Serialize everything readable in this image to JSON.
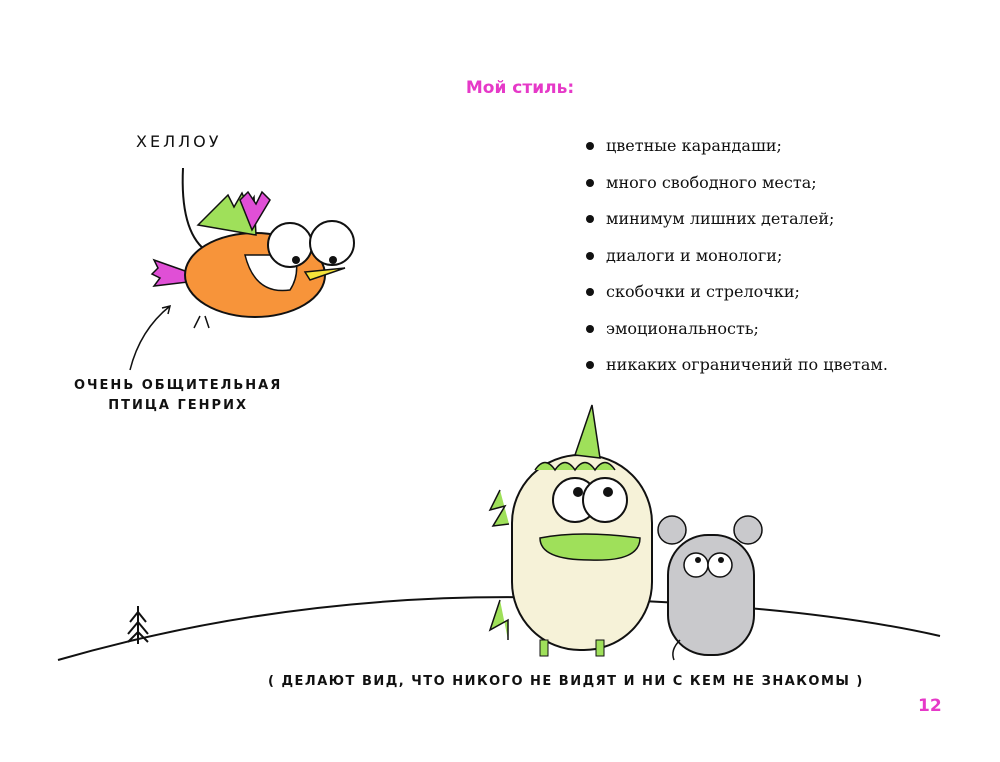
{
  "title": "Мой стиль:",
  "list": [
    "цветные карандаши;",
    "много свободного места;",
    "минимум лишних деталей;",
    "диалоги и монологи;",
    "скобочки и стрелочки;",
    "эмоциональность;",
    "никаких ограничений по цветам."
  ],
  "illustration": {
    "speech": "ХЕЛЛОУ",
    "bird_caption_line1": "ОЧЕНЬ ОБЩИТЕЛЬНАЯ",
    "bird_caption_line2": "ПТИЦА ГЕНРИХ",
    "bottom_caption": "( ДЕЛАЮТ ВИД, ЧТО НИКОГО НЕ ВИДЯТ И НИ С КЕМ НЕ ЗНАКОМЫ )"
  },
  "page_number": "12",
  "colors": {
    "accent": "#e639c8",
    "orange": "#f7943a",
    "green": "#9fe05a",
    "cream": "#f6f2d8",
    "grey": "#c9c9cc"
  }
}
